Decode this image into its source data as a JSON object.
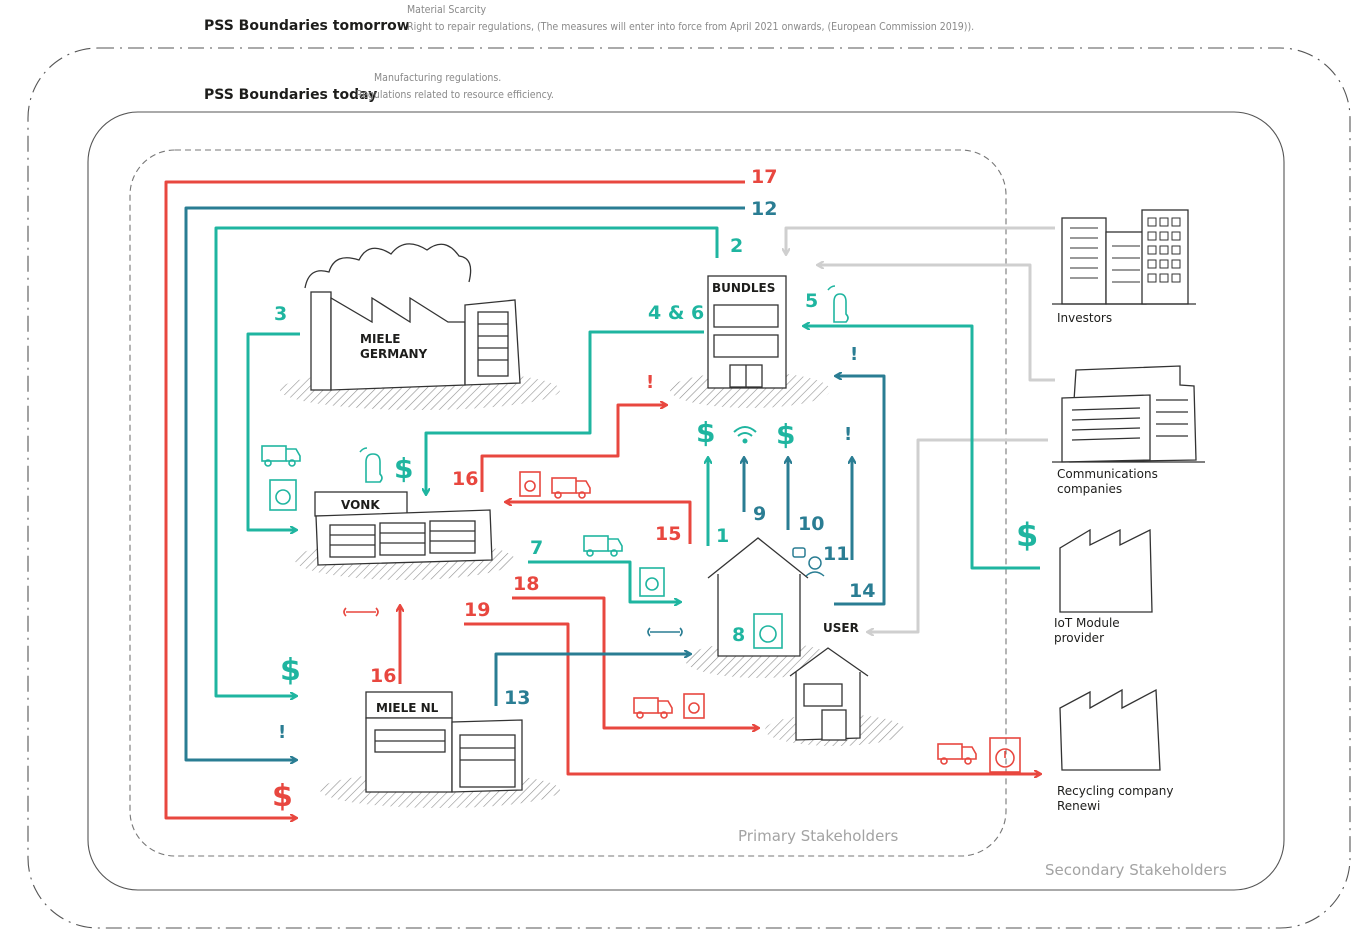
{
  "header": {
    "tomorrow_title": "PSS Boundaries tomorrow",
    "tomorrow_note1": "Material Scarcity",
    "tomorrow_note2": "Right to repair regulations, (The measures will enter into force from April 2021 onwards, (European Commission 2019)).",
    "today_title": "PSS Boundaries today",
    "today_note1": "Manufacturing regulations.",
    "today_note2": "Regulations related to resource efficiency."
  },
  "regions": {
    "primary": "Primary Stakeholders",
    "secondary": "Secondary Stakeholders"
  },
  "actors": {
    "miele_germany_1": "MIELE",
    "miele_germany_2": "GERMANY",
    "bundles": "BUNDLES",
    "vonk": "VONK",
    "miele_nl": "MIELE NL",
    "user": "USER",
    "investors": "Investors",
    "communications_1": "Communications",
    "communications_2": "companies",
    "iot_1": "IoT Module",
    "iot_2": "provider",
    "recycling_1": "Recycling company",
    "recycling_2": "Renewi"
  },
  "flows": {
    "f1": "1",
    "f2": "2",
    "f3": "3",
    "f4_6": "4 & 6",
    "f5": "5",
    "f7": "7",
    "f8": "8",
    "f9": "9",
    "f10": "10",
    "f11": "11",
    "f12": "12",
    "f13": "13",
    "f14": "14",
    "f15": "15",
    "f16a": "16",
    "f16b": "16",
    "f17": "17",
    "f18": "18",
    "f19": "19"
  },
  "symbols": {
    "dollar": "$",
    "alert": "!"
  },
  "colors": {
    "red": "#e8473f",
    "teal": "#1fb5a0",
    "blue": "#2a7d93",
    "grey": "#cfcfcf",
    "ink": "#333333",
    "label_grey": "#a3a3a3"
  },
  "icons": [
    "truck-icon",
    "washing-machine-icon",
    "wifi-icon",
    "wrench-icon",
    "hand-sensor-icon",
    "user-chat-icon",
    "timer-device-icon"
  ]
}
